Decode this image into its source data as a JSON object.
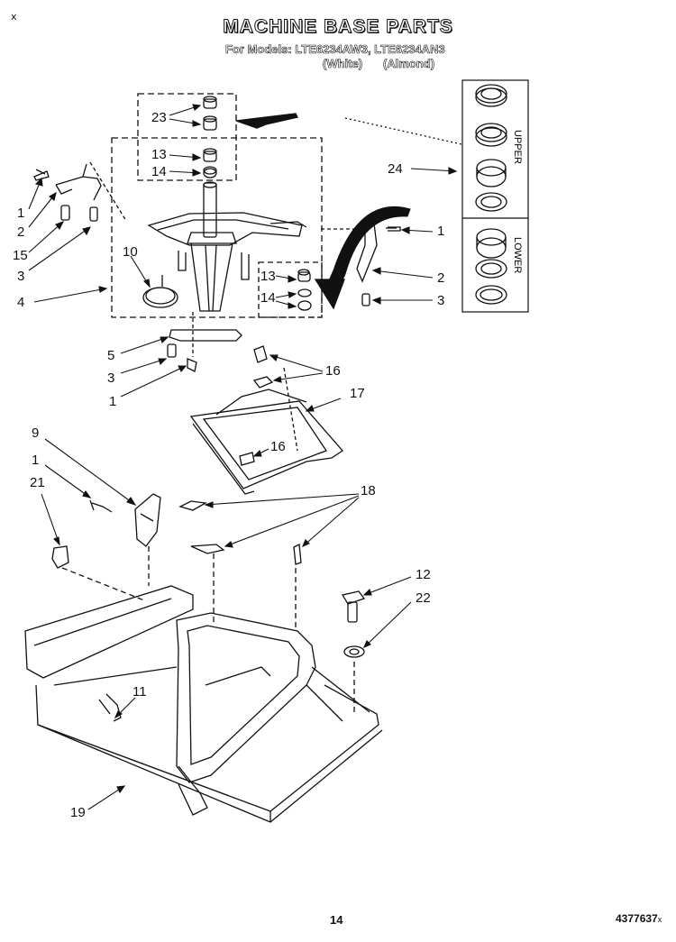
{
  "header": {
    "title": "MACHINE BASE PARTS",
    "models_line": "For Models: LTE6234AW3, LTE6234AN3",
    "color_white": "(White)",
    "color_almond": "(Almond)",
    "corner_mark": "x"
  },
  "inset": {
    "upper_label": "UPPER",
    "lower_label": "LOWER"
  },
  "callouts": {
    "c23": "23",
    "c13a": "13",
    "c14a": "14",
    "c24": "24",
    "c1a": "1",
    "c2a": "2",
    "c15": "15",
    "c3a": "3",
    "c4": "4",
    "c10": "10",
    "c13b": "13",
    "c14b": "14",
    "c1b": "1",
    "c2b": "2",
    "c3b": "3",
    "c5": "5",
    "c3c": "3",
    "c1c": "1",
    "c16a": "16",
    "c17": "17",
    "c16b": "16",
    "c9": "9",
    "c1d": "1",
    "c21": "21",
    "c18": "18",
    "c12": "12",
    "c22": "22",
    "c11": "11",
    "c19": "19"
  },
  "footer": {
    "page_number": "14",
    "doc_number": "4377637",
    "doc_suffix": "x"
  }
}
